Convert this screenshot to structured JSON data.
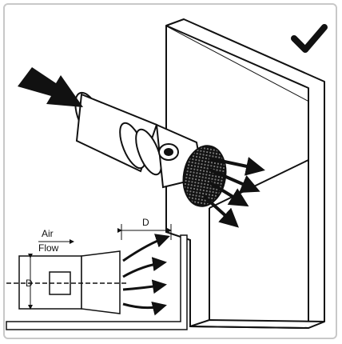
{
  "diagram": {
    "check_icon": "checkmark-icon",
    "air_flow_label_line1": "Air",
    "air_flow_label_line2": "Flow",
    "dimension_top": "D",
    "dimension_left": "D",
    "colors": {
      "stroke": "#111111",
      "fill": "#ffffff",
      "frame": "#c8c8c8"
    }
  }
}
